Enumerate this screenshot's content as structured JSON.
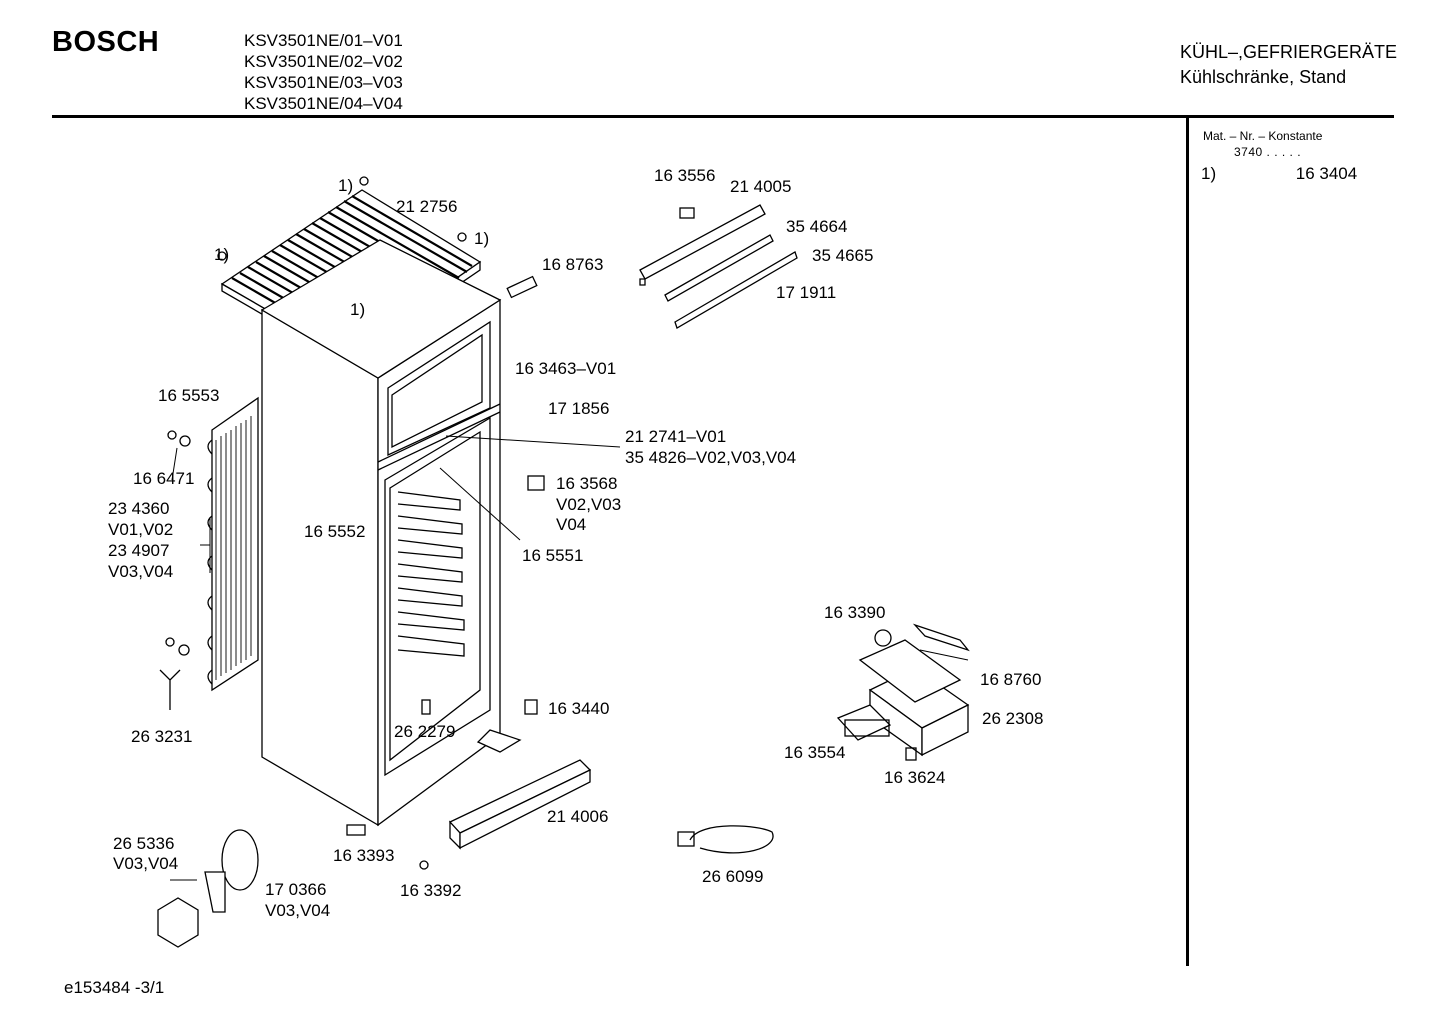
{
  "header": {
    "brand": "BOSCH",
    "models": [
      "KSV3501NE/01–V01",
      "KSV3501NE/02–V02",
      "KSV3501NE/03–V03",
      "KSV3501NE/04–V04"
    ],
    "category_line1": "KÜHL–,GEFRIERGERÄTE",
    "category_line2": "Kühlschränke, Stand"
  },
  "side_panel": {
    "heading": "Mat. – Nr. – Konstante",
    "constant": "3740  .  .  .  .  .",
    "note_key": "1)",
    "note_value": "16 3404"
  },
  "labels": {
    "note1_a": "1)",
    "note1_b": "1)",
    "note1_c": "1)",
    "note1_d": "1)",
    "p212756": "21 2756",
    "p163556": "16 3556",
    "p214005": "21 4005",
    "p354664": "35 4664",
    "p354665": "35 4665",
    "p171911": "17 1911",
    "p168763": "16 8763",
    "p163463": "16 3463–V01",
    "p171856": "17 1856",
    "p212741": "21 2741–V01",
    "p354826": "35 4826–V02,V03,V04",
    "p165553": "16 5553",
    "p166471": "16 6471",
    "p234360": "23 4360",
    "pv0102": "V01,V02",
    "p234907": "23 4907",
    "pv0304a": "V03,V04",
    "p165552": "16 5552",
    "p163568": "16 3568",
    "pv0203": "V02,V03",
    "pv04": "V04",
    "p165551": "16 5551",
    "p163390": "16 3390",
    "p168760": "16 8760",
    "p262308": "26 2308",
    "p163554": "16 3554",
    "p163624": "16 3624",
    "p263231": "26 3231",
    "p163440": "16 3440",
    "p262279": "26 2279",
    "p214006": "21 4006",
    "p265336": "26 5336",
    "pv0304b": "V03,V04",
    "p170366": "17 0366",
    "pv0304c": "V03,V04",
    "p163393": "16 3393",
    "p163392": "16 3392",
    "p266099": "26 6099"
  },
  "footer": {
    "doc_id": "e153484 -3/1"
  }
}
